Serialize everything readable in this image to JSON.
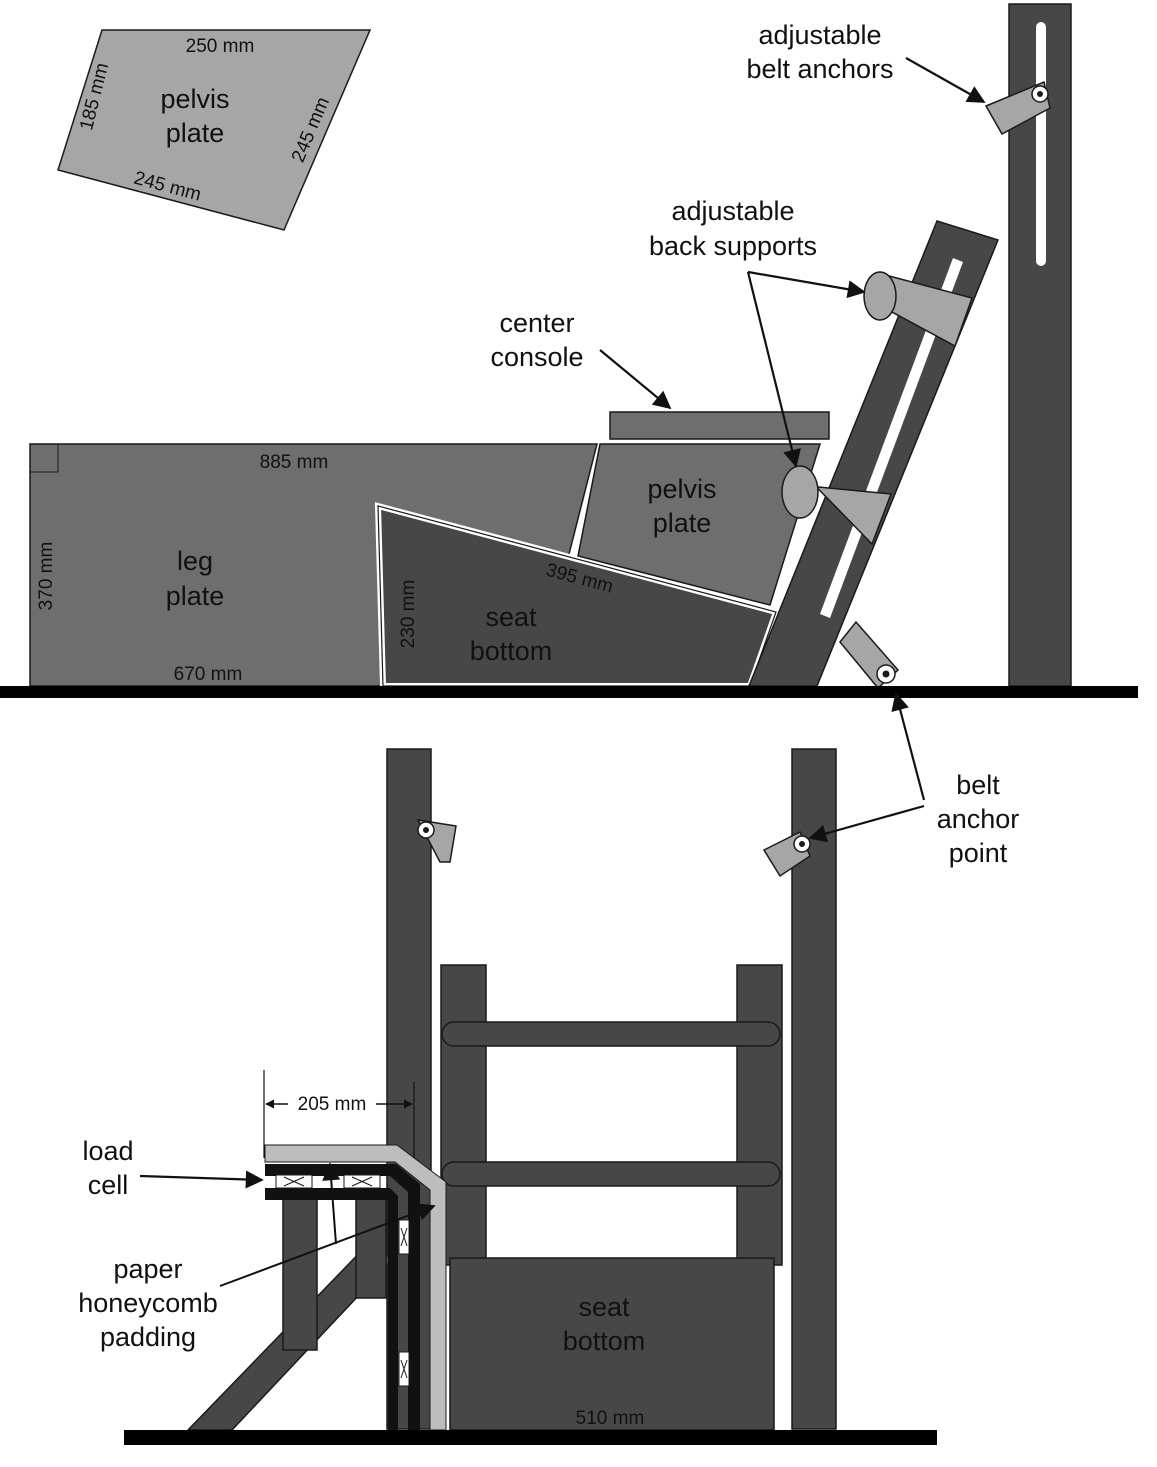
{
  "colors": {
    "dark": "#474747",
    "medium": "#6e6e6e",
    "light": "#a6a6a6",
    "pad": "#bdbdbd",
    "outline": "#1a1a1a",
    "background": "#ffffff"
  },
  "pelvis_plate_detail": {
    "label_line1": "pelvis",
    "label_line2": "plate",
    "dim_top": "250 mm",
    "dim_left": "185 mm",
    "dim_right": "245 mm",
    "dim_bottom": "245 mm"
  },
  "side_view": {
    "leg_plate": {
      "label_line1": "leg",
      "label_line2": "plate",
      "dim_top": "885 mm",
      "dim_left": "370 mm",
      "dim_bottom": "670 mm"
    },
    "seat_bottom": {
      "label_line1": "seat",
      "label_line2": "bottom",
      "dim_height": "230 mm"
    },
    "pelvis_plate": {
      "label_line1": "pelvis",
      "label_line2": "plate",
      "dim_bottom": "395 mm"
    },
    "center_console": {
      "label_line1": "center",
      "label_line2": "console"
    },
    "adjustable_belt_anchors": {
      "label_line1": "adjustable",
      "label_line2": "belt anchors"
    },
    "adjustable_back_supports": {
      "label_line1": "adjustable",
      "label_line2": "back supports"
    }
  },
  "front_view": {
    "belt_anchor_point": {
      "label_line1": "belt",
      "label_line2": "anchor",
      "label_line3": "point"
    },
    "seat_bottom": {
      "label_line1": "seat",
      "label_line2": "bottom",
      "dim_width": "510 mm"
    },
    "dim_offset": "205 mm",
    "load_cell": {
      "label_line1": "load",
      "label_line2": "cell"
    },
    "padding": {
      "label_line1": "paper",
      "label_line2": "honeycomb",
      "label_line3": "padding"
    }
  }
}
